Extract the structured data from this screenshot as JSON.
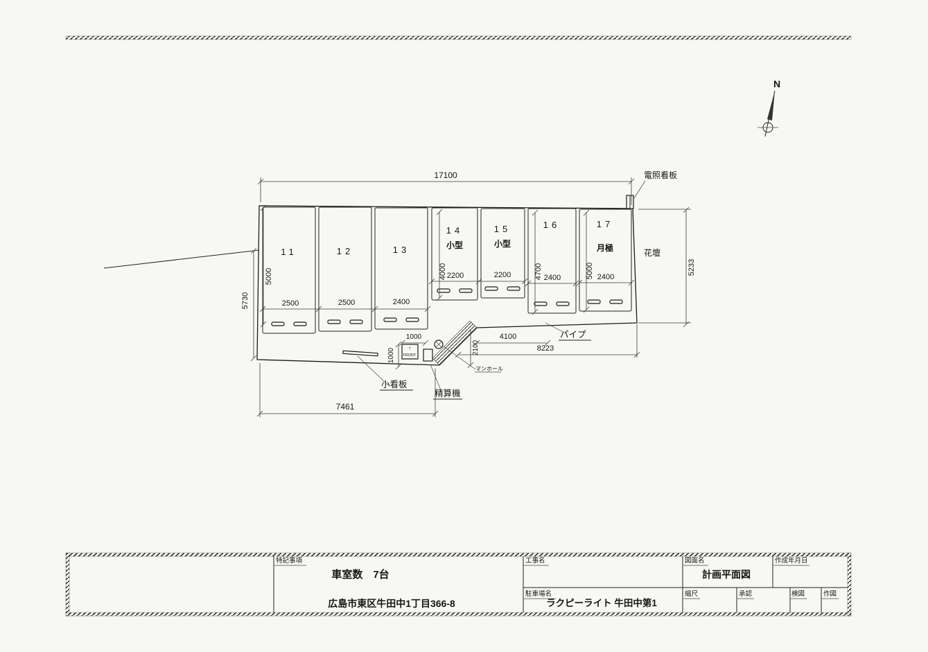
{
  "page": {
    "background": "#f7f7f3",
    "ink": "#1a1a1a"
  },
  "compass": {
    "north_label": "N"
  },
  "plan": {
    "stalls": [
      {
        "no": "11",
        "tag": ""
      },
      {
        "no": "12",
        "tag": ""
      },
      {
        "no": "13",
        "tag": ""
      },
      {
        "no": "14",
        "tag": "小型"
      },
      {
        "no": "15",
        "tag": "小型"
      },
      {
        "no": "16",
        "tag": ""
      },
      {
        "no": "17",
        "tag": "月極"
      }
    ],
    "dims": {
      "overall_top": "17100",
      "left_outer": "5730",
      "left_inner": "5000",
      "right_side": "5233",
      "widths": [
        "2500",
        "2500",
        "2400",
        "2200",
        "2200",
        "2400",
        "2400"
      ],
      "depth_stall14": "4000",
      "depth_stall16": "4700",
      "depth_stall17": "5000",
      "bay_width": "1000",
      "bay_depth": "1000",
      "entrance": "2100",
      "pipe_run": "4100",
      "south_edge": "8223",
      "bottom_edge": "7461"
    },
    "labels": {
      "lighted_sign": "電照看板",
      "flower_bed": "花壇",
      "pipe": "パイプ",
      "small_sign": "小看板",
      "pay_machine": "精算機",
      "manhole": "マンホール",
      "front": "FRONT",
      "front_arrow": "↑"
    }
  },
  "title_block": {
    "notes_label": "特記事項",
    "notes_value": "車室数　7台",
    "address": "広島市東区牛田中1丁目366-8",
    "project_label": "工事名",
    "drawing_label": "図面名",
    "drawing_value": "計画平面図",
    "date_label": "作成年月日",
    "parking_label": "駐車場名",
    "parking_value": "ラクピーライト 牛田中第1",
    "scale_label": "縮尺",
    "approve_label": "承認",
    "check_label": "検図",
    "draft_label": "作図"
  }
}
